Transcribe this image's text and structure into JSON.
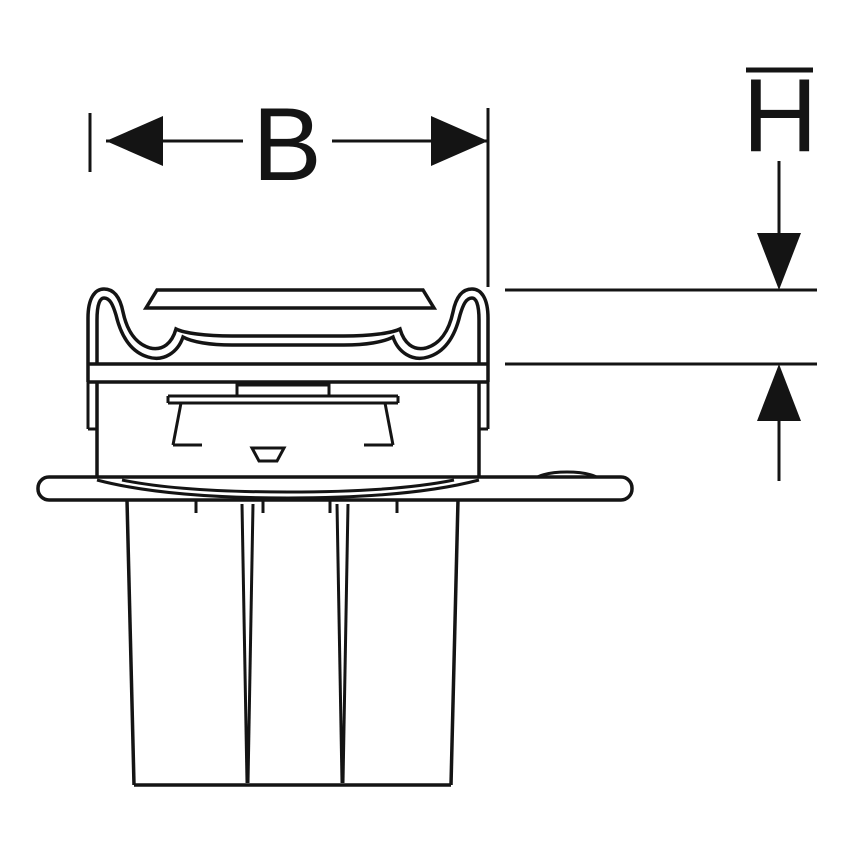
{
  "diagram": {
    "type": "technical-line-drawing",
    "labels": {
      "width_dimension": "B",
      "height_dimension": "H"
    },
    "colors": {
      "line": "#141414",
      "background": "#ffffff"
    },
    "parts": [
      "clamping-flange-profile",
      "cover-plate",
      "drain-body",
      "mounting-flange",
      "outlet-pipe"
    ]
  }
}
